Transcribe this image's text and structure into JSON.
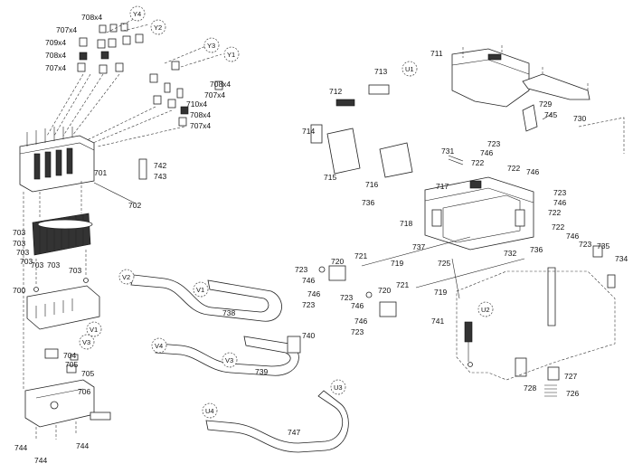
{
  "connectors": {
    "Y4": "Y4",
    "Y2": "Y2",
    "Y3": "Y3",
    "Y1": "Y1",
    "U1": "U1",
    "U2": "U2",
    "U3": "U3",
    "U4": "U4",
    "V1a": "V1",
    "V1b": "V1",
    "V2": "V2",
    "V3a": "V3",
    "V3b": "V3",
    "V4": "V4"
  },
  "labels": {
    "l708x4a": "708x4",
    "l707x4a": "707x4",
    "l709x4": "709x4",
    "l708x4b": "708x4",
    "l707x4b": "707x4",
    "l708x4c": "708x4",
    "l707x4c": "707x4",
    "l710x4": "710x4",
    "l708x4d": "708x4",
    "l707x4d": "707x4",
    "l701": "701",
    "l702": "702",
    "l742": "742",
    "l743": "743",
    "l703a": "703",
    "l703b": "703",
    "l703c": "703",
    "l703d": "703",
    "l703e": "703",
    "l703f": "703",
    "l703g": "703",
    "l700": "700",
    "l704": "704",
    "l705a": "705",
    "l705b": "705",
    "l706": "706",
    "l744a": "744",
    "l744b": "744",
    "l744c": "744",
    "l738": "738",
    "l739": "739",
    "l740": "740",
    "l747": "747",
    "l711": "711",
    "l713": "713",
    "l712": "712",
    "l729": "729",
    "l745": "745",
    "l730": "730",
    "l714": "714",
    "l731": "731",
    "l723a": "723",
    "l746a": "746",
    "l722a": "722",
    "l722b": "722",
    "l746b": "746",
    "l715": "715",
    "l716": "716",
    "l717": "717",
    "l736a": "736",
    "l723b": "723",
    "l746c": "746",
    "l722c": "722",
    "l718": "718",
    "l737": "737",
    "l732": "732",
    "l736b": "736",
    "l722d": "722",
    "l746d": "746",
    "l723c": "723",
    "l735": "735",
    "l734": "734",
    "l721a": "721",
    "l719a": "719",
    "l725": "725",
    "l723d": "723",
    "l720a": "720",
    "l746e": "746",
    "l746f": "746",
    "l723e": "723",
    "l721b": "721",
    "l719b": "719",
    "l723f": "723",
    "l746g": "746",
    "l720b": "720",
    "l746h": "746",
    "l723g": "723",
    "l741": "741",
    "l727": "727",
    "l728": "728",
    "l726": "726"
  }
}
